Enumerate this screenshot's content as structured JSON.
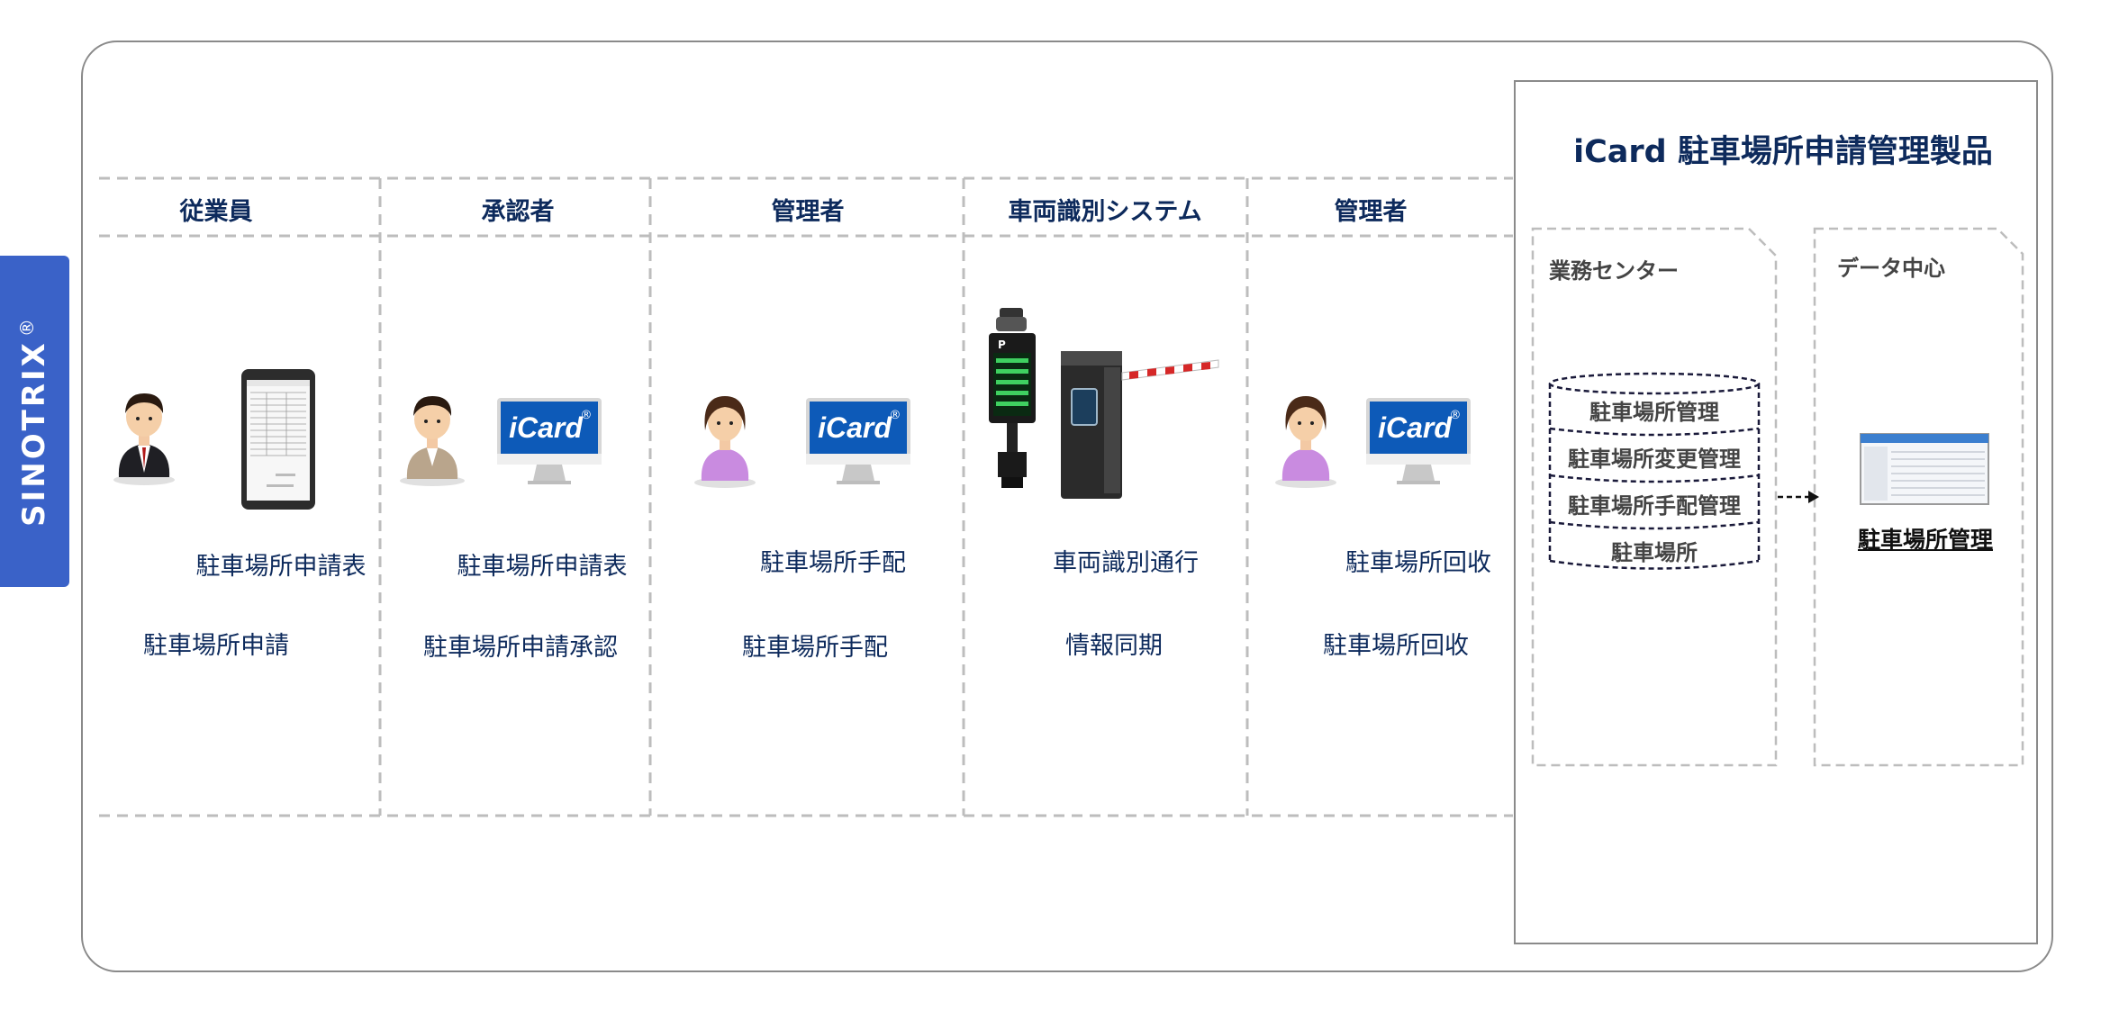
{
  "brand": {
    "name": "SINOTRIX",
    "mark": "®"
  },
  "product": {
    "title": "iCard 駐車場所申請管理製品"
  },
  "lanes": [
    {
      "title": "従業員",
      "upper_label": "駐車場所申請表",
      "lower_label": "駐車場所申請"
    },
    {
      "title": "承認者",
      "upper_label": "駐車場所申請表",
      "lower_label": "駐車場所申請承認"
    },
    {
      "title": "管理者",
      "upper_label": "駐車場所手配",
      "lower_label": "駐車場所手配"
    },
    {
      "title": "車両識別システム",
      "upper_label": "車両識別通行",
      "lower_label": "情報同期"
    },
    {
      "title": "管理者",
      "upper_label": "駐車場所回收",
      "lower_label": "駐車場所回收"
    }
  ],
  "business_center": {
    "title": "業務センター",
    "modules": [
      "駐車場所管理",
      "駐車場所変更管理",
      "駐車場所手配管理",
      "駐車場所"
    ]
  },
  "data_center": {
    "title": "データ中心",
    "screen_label": "駐車場所管理"
  },
  "icons": {
    "person": "person-icon",
    "phone": "smartphone-form-icon",
    "monitor": "icard-monitor-icon",
    "gate": "parking-barrier-gate-icon",
    "monitor_logo_text": "iCard",
    "monitor_logo_mark": "®"
  },
  "colors": {
    "brand_blue": "#3a62c8",
    "text_navy": "#0d2a5c",
    "monitor_blue": "#0d5ab8",
    "dashed_gray": "#bdbdbd"
  }
}
